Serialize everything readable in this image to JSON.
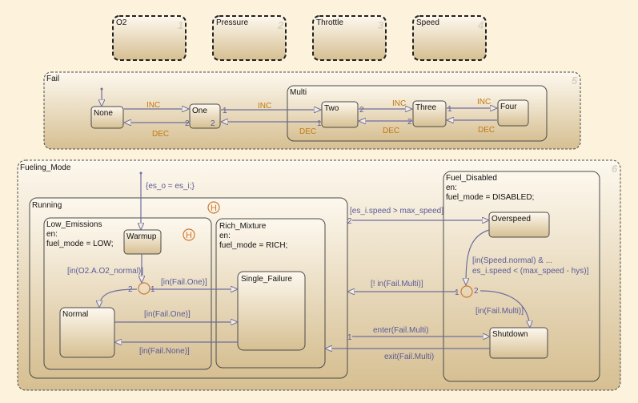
{
  "colors": {
    "background": "#fdf3dc",
    "transition": "#6e6e9e",
    "event_label": "#c27812",
    "junction": "#d07a30"
  },
  "sensor_states": [
    {
      "name": "O2",
      "order": "1"
    },
    {
      "name": "Pressure",
      "order": "2"
    },
    {
      "name": "Throttle",
      "order": "3"
    },
    {
      "name": "Speed",
      "order": "4"
    }
  ],
  "fail": {
    "name": "Fail",
    "order": "5",
    "multi": "Multi",
    "states": [
      "None",
      "One",
      "Two",
      "Three",
      "Four"
    ],
    "inc": "INC",
    "dec": "DEC",
    "p1": "1",
    "p2": "2"
  },
  "fueling": {
    "name": "Fueling_Mode",
    "order": "6",
    "running": "Running",
    "history": "H",
    "low": {
      "name": "Low_Emissions",
      "en": "en:",
      "action": "fuel_mode = LOW;"
    },
    "rich": {
      "name": "Rich_Mixture",
      "en": "en:",
      "action": "fuel_mode = RICH;"
    },
    "disabled": {
      "name": "Fuel_Disabled",
      "en": "en:",
      "action": "fuel_mode = DISABLED;"
    },
    "warmup": "Warmup",
    "normal": "Normal",
    "single": "Single_Failure",
    "overspeed": "Overspeed",
    "shutdown": "Shutdown",
    "labels": {
      "default": "{es_o = es_i;}",
      "o2": "[in(O2.A.O2_normal)]",
      "fail_one": "[in(Fail.One)]",
      "fail_none": "[in(Fail.None)]",
      "overspeed": "[es_i.speed > max_speed]",
      "speed1": "[in(Speed.normal) & ...",
      "speed2": "es_i.speed < (max_speed - hys)]",
      "not_multi": "[! in(Fail.Multi)]",
      "in_multi": "[in(Fail.Multi)]",
      "enter": "enter(Fail.Multi)",
      "exit": "exit(Fail.Multi)"
    }
  }
}
